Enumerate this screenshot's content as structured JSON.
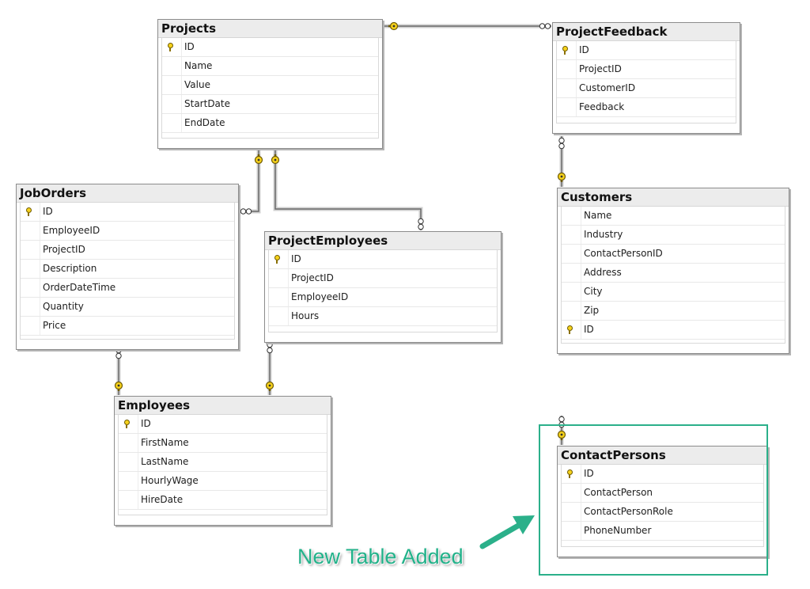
{
  "diagram": {
    "tables": [
      {
        "id": "projects",
        "name": "Projects",
        "columns": [
          "ID",
          "Name",
          "Value",
          "StartDate",
          "EndDate"
        ],
        "key_columns": [
          "ID"
        ]
      },
      {
        "id": "project-feedback",
        "name": "ProjectFeedback",
        "columns": [
          "ID",
          "ProjectID",
          "CustomerID",
          "Feedback"
        ],
        "key_columns": [
          "ID"
        ]
      },
      {
        "id": "job-orders",
        "name": "JobOrders",
        "columns": [
          "ID",
          "EmployeeID",
          "ProjectID",
          "Description",
          "OrderDateTime",
          "Quantity",
          "Price"
        ],
        "key_columns": [
          "ID"
        ]
      },
      {
        "id": "project-employees",
        "name": "ProjectEmployees",
        "columns": [
          "ID",
          "ProjectID",
          "EmployeeID",
          "Hours"
        ],
        "key_columns": [
          "ID"
        ]
      },
      {
        "id": "customers",
        "name": "Customers",
        "columns": [
          "Name",
          "Industry",
          "ContactPersonID",
          "Address",
          "City",
          "Zip",
          "ID"
        ],
        "key_columns": [
          "ID"
        ]
      },
      {
        "id": "employees",
        "name": "Employees",
        "columns": [
          "ID",
          "FirstName",
          "LastName",
          "HourlyWage",
          "HireDate"
        ],
        "key_columns": [
          "ID"
        ]
      },
      {
        "id": "contact-persons",
        "name": "ContactPersons",
        "columns": [
          "ID",
          "ContactPerson",
          "ContactPersonRole",
          "PhoneNumber"
        ],
        "key_columns": [
          "ID"
        ]
      }
    ],
    "relationships": [
      {
        "id": "projects-feedback",
        "one": "projects",
        "many": "project-feedback"
      },
      {
        "id": "projects-joborders",
        "one": "projects",
        "many": "job-orders"
      },
      {
        "id": "projects-projectemployees",
        "one": "projects",
        "many": "project-employees"
      },
      {
        "id": "feedback-customers",
        "one": "customers",
        "many": "project-feedback"
      },
      {
        "id": "joborders-employees",
        "one": "employees",
        "many": "job-orders"
      },
      {
        "id": "projectemployees-employees",
        "one": "employees",
        "many": "project-employees"
      },
      {
        "id": "customers-contactpersons",
        "one": "contact-persons",
        "many": "customers"
      }
    ]
  },
  "annotation": {
    "label": "New Table Added",
    "arrow_color": "#2bb08a",
    "box_color": "#2bb08a"
  },
  "colors": {
    "connector": "#6a6a6a",
    "key_fill": "#f6d21c",
    "key_stroke": "#6e5a00"
  }
}
